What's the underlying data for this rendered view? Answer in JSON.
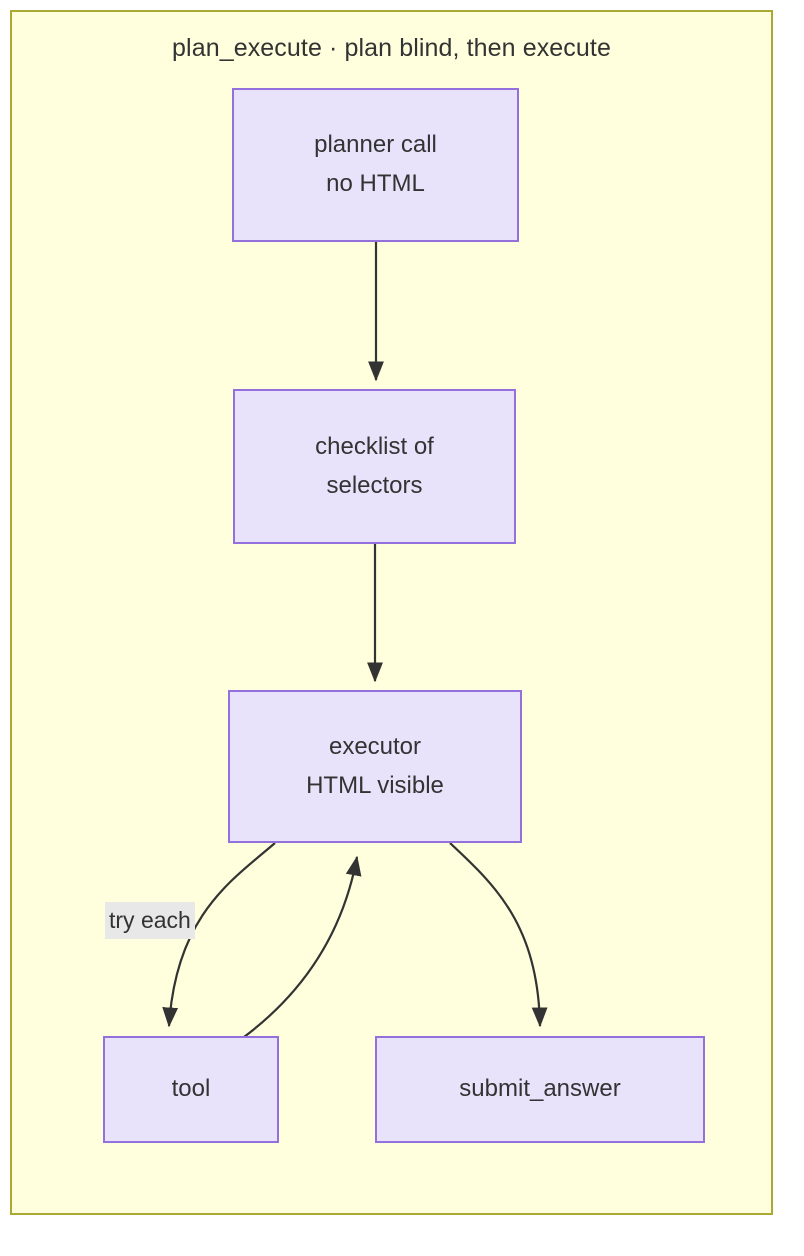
{
  "diagram": {
    "title": "plan_execute · plan blind, then execute",
    "colors": {
      "frame_background": "#ffffdd",
      "frame_border": "#aaaa33",
      "node_fill": "#e8e3fb",
      "node_border": "#9370db",
      "edge_stroke": "#333333",
      "text": "#333333",
      "edge_label_background": "#e8e8e8"
    },
    "nodes": [
      {
        "id": "planner",
        "lines": [
          "planner call",
          "no HTML"
        ]
      },
      {
        "id": "checklist",
        "lines": [
          "checklist of",
          "selectors"
        ]
      },
      {
        "id": "executor",
        "lines": [
          "executor",
          "HTML visible"
        ]
      },
      {
        "id": "tool",
        "lines": [
          "tool"
        ]
      },
      {
        "id": "submit",
        "lines": [
          "submit_answer"
        ]
      }
    ],
    "edges": [
      {
        "from": "planner",
        "to": "checklist",
        "label": ""
      },
      {
        "from": "checklist",
        "to": "executor",
        "label": ""
      },
      {
        "from": "executor",
        "to": "tool",
        "label": "try each"
      },
      {
        "from": "tool",
        "to": "executor",
        "label": ""
      },
      {
        "from": "executor",
        "to": "submit",
        "label": ""
      }
    ]
  }
}
